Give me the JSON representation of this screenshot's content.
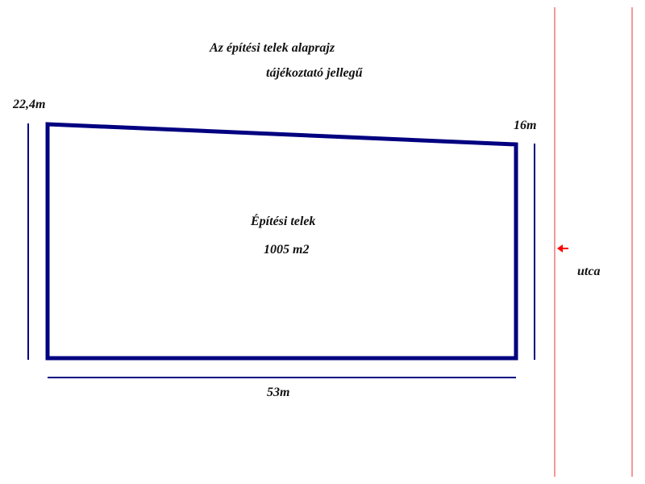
{
  "title": {
    "line1": "Az építési telek alaprajz",
    "line2": "tájékoztató jellegű"
  },
  "plot": {
    "name": "Építési telek",
    "area": "1005 m2"
  },
  "dimensions": {
    "left_side": "22,4m",
    "right_side": "16m",
    "bottom_side": "53m"
  },
  "street": {
    "label": "utca",
    "arrow_direction": "left"
  },
  "colors": {
    "plot_outline": "#000080",
    "dimension_lines": "#000080",
    "street_lines": "#e83030",
    "arrow": "#ff0000",
    "text": "#111111"
  }
}
